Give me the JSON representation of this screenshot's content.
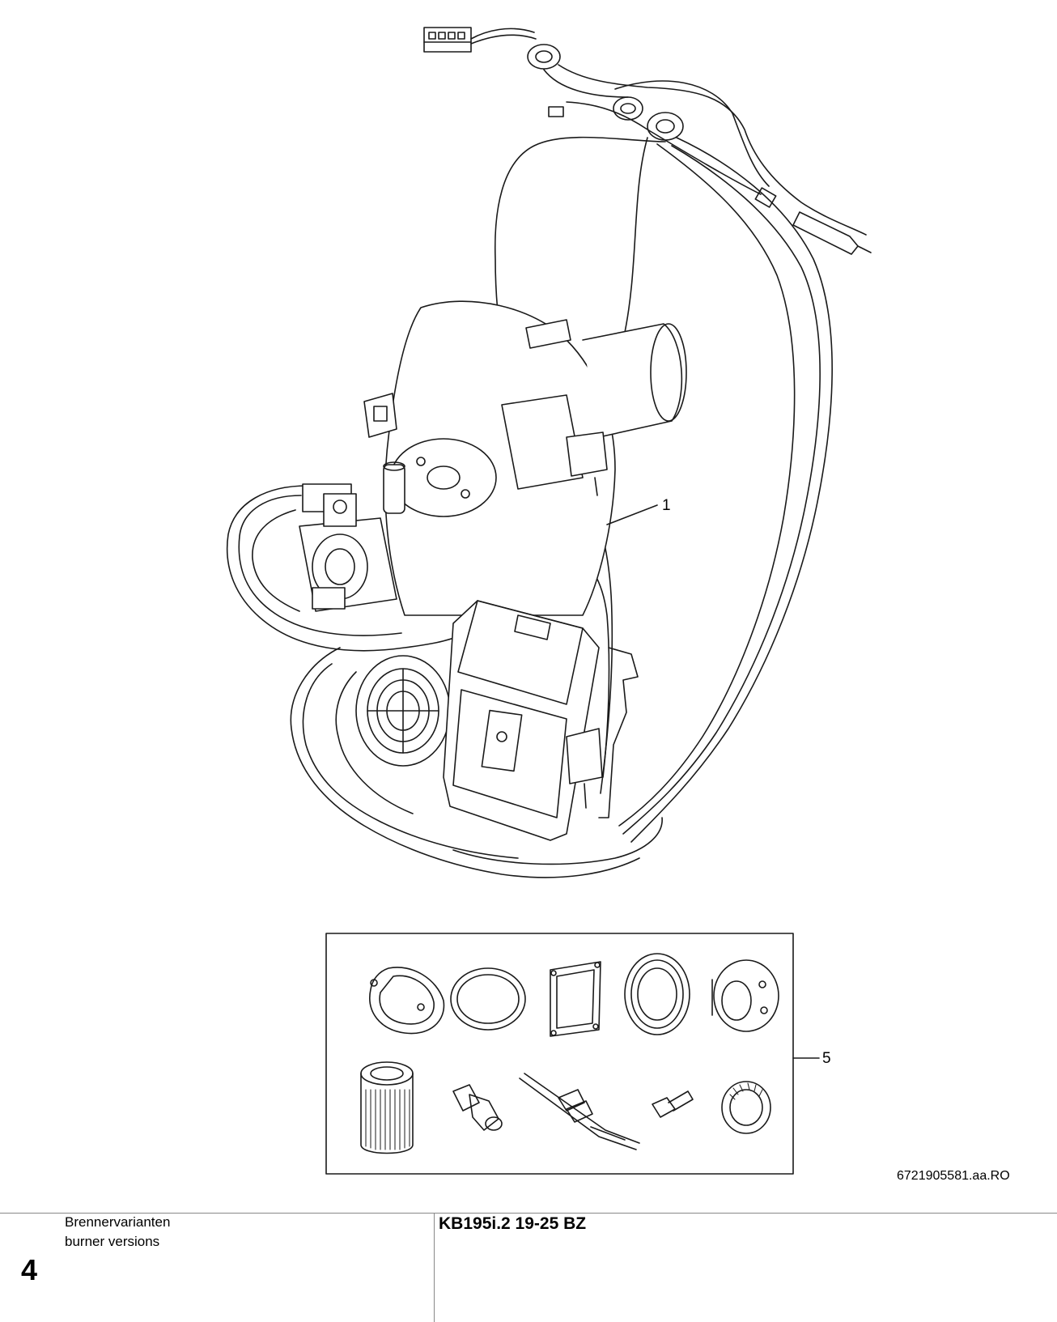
{
  "callouts": {
    "item_1": "1",
    "item_5": "5"
  },
  "drawing_number": "6721905581.aa.RO",
  "footer": {
    "section_de": "Brennervarianten",
    "section_en": "burner versions",
    "page_number": "4",
    "model_title": "KB195i.2 19-25 BZ"
  },
  "colors": {
    "line": "#1a1a1a",
    "rule": "#888888"
  }
}
